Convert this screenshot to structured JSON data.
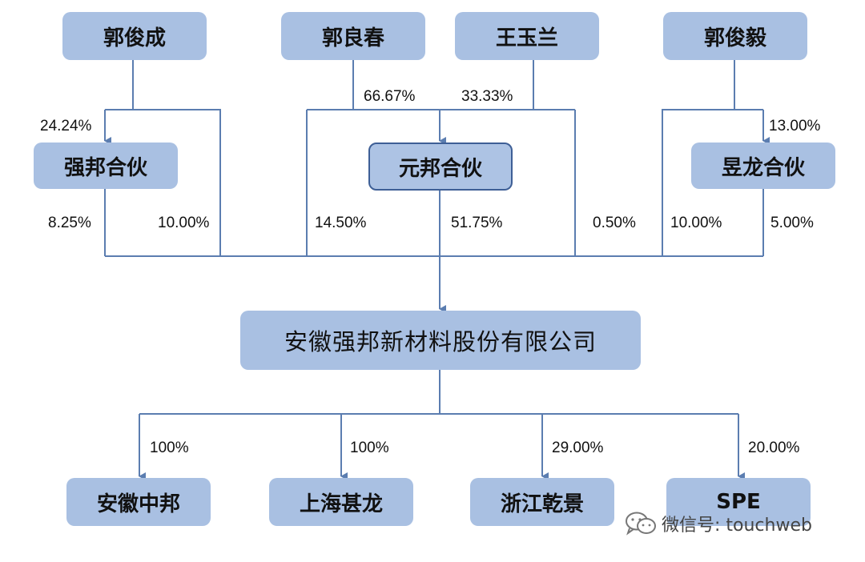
{
  "shareholders": {
    "guo_juncheng": "郭俊成",
    "guo_liangchun": "郭良春",
    "wang_yulan": "王玉兰",
    "guo_junyi": "郭俊毅"
  },
  "partnerships": {
    "qiangbang": "强邦合伙",
    "yuanbang": "元邦合伙",
    "yulong": "昱龙合伙"
  },
  "company": "安徽强邦新材料股份有限公司",
  "subsidiaries": {
    "anhui_zhongbang": "安徽中邦",
    "shanghai_shenlong": "上海甚龙",
    "zhejiang_qianjing": "浙江乾景",
    "spe": "SPE"
  },
  "percentages": {
    "juncheng_to_qiangbang": "24.24%",
    "liangchun_to_yuanbang": "66.67%",
    "yulan_to_yuanbang": "33.33%",
    "junyi_to_yulong": "13.00%",
    "qiangbang_to_company": "8.25%",
    "juncheng_to_company": "10.00%",
    "liangchun_to_company": "14.50%",
    "yuanbang_to_company": "51.75%",
    "yulan_to_company": "0.50%",
    "junyi_to_company": "10.00%",
    "yulong_to_company": "5.00%",
    "company_to_zhongbang": "100%",
    "company_to_shenlong": "100%",
    "company_to_qianjing": "29.00%",
    "company_to_spe": "20.00%"
  },
  "watermark": "微信号: touchweb",
  "colors": {
    "box_fill": "#a9c0e2",
    "line": "#5b7db0",
    "outline": "#3e5f96"
  }
}
